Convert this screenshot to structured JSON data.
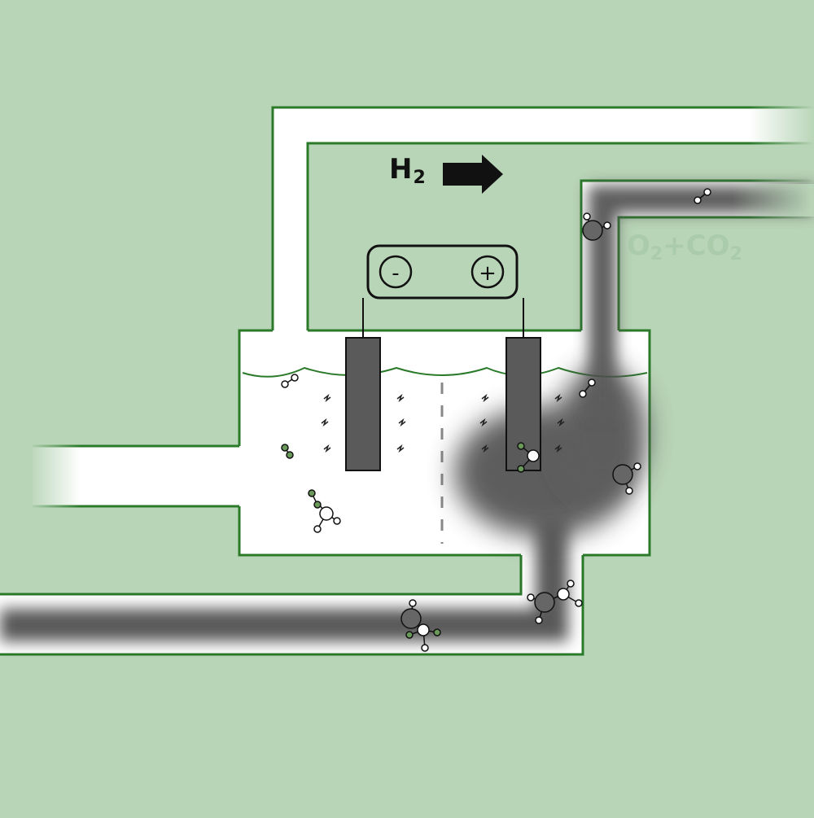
{
  "labels": {
    "h2_main": "H",
    "h2_sub": "2",
    "o2_a": "O",
    "o2_a_sub": "2",
    "o2_plus": "+",
    "o2_b": "CO",
    "o2_b_sub": "2"
  },
  "battery": {
    "negative_symbol": "-",
    "positive_symbol": "+"
  },
  "colors": {
    "background": "#b9d5b8",
    "pipe_outline": "#2a7a2a",
    "pipe_fill": "#ffffff",
    "electrode": "#5a5a5a",
    "smoke": "#555555",
    "atom_green": "#6a9a5a"
  },
  "icons": [
    "arrow-right-icon",
    "battery-icon",
    "spark-icon",
    "molecule-icon"
  ]
}
